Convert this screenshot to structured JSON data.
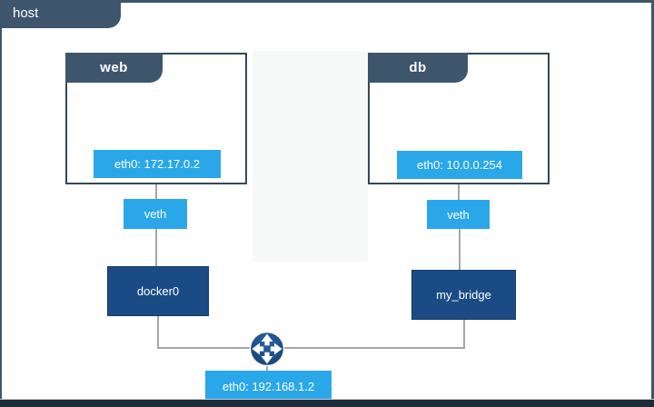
{
  "host": {
    "label": "host",
    "interface": "eth0: 192.168.1.2"
  },
  "containers": [
    {
      "name": "web",
      "interface": "eth0: 172.17.0.2",
      "veth_label": "veth",
      "bridge": "docker0"
    },
    {
      "name": "db",
      "interface": "eth0: 10.0.0.254",
      "veth_label": "veth",
      "bridge": "my_bridge"
    }
  ],
  "icons": {
    "router": "router-icon"
  },
  "colors": {
    "frame_slate": "#3e566c",
    "container_border": "#33475a",
    "interface_blue": "#2aa7e9",
    "bridge_navy": "#1a4b84",
    "connector_gray": "#a6a6a6",
    "bottom_bar": "#1f2c39"
  }
}
